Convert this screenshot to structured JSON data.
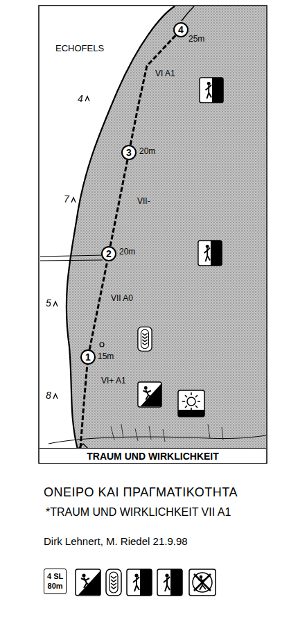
{
  "diagram": {
    "title": "ΟΝΕΙΡΟ ΚΑΙ ΠΡΑΓΜΑΤΙΚΟΤΗΤΑ",
    "nodes": [
      {
        "text": [
          "4"
        ]
      },
      {
        "text": [
          "3"
        ]
      },
      {
        "text": [
          "2"
        ]
      },
      {
        "text": [
          "1"
        ]
      },
      {
        "text": [
          "TRAUM UND WIRKLICHKEIT"
        ]
      },
      {
        "text": [
          "4 SL",
          "80m"
        ]
      }
    ],
    "edges": [
      {
        "from": 3,
        "to": 2,
        "arrow": "none"
      },
      {
        "from": 2,
        "to": 1,
        "arrow": "none"
      },
      {
        "from": 1,
        "to": 0,
        "arrow": "none"
      }
    ],
    "labels": [
      "ECHOFELS",
      "25m",
      "VI A1",
      "4",
      "20m",
      "VII-",
      "7",
      "20m",
      "VII A0",
      "5",
      "15m",
      "VI+ A1",
      "8",
      "*TRAUM UND WIRKLICHKEIT VII A1",
      "Dirk Lehnert, M. Riedel 21.9.98"
    ]
  }
}
